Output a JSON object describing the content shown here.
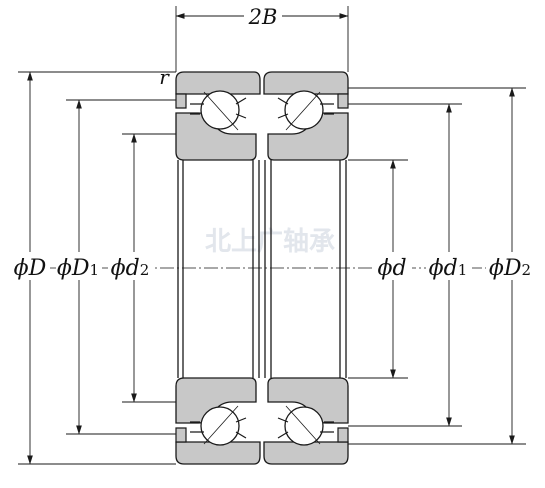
{
  "labels": {
    "width": "2B",
    "fillet": "r",
    "outer_diameter": {
      "symbol": "ϕ",
      "letter": "D",
      "sub": ""
    },
    "outer_ring_shoulder": {
      "symbol": "ϕ",
      "letter": "D",
      "sub": "1"
    },
    "inner_ring_shoulder": {
      "symbol": "ϕ",
      "letter": "d",
      "sub": "2"
    },
    "bore": {
      "symbol": "ϕ",
      "letter": "d",
      "sub": ""
    },
    "inner_ring_outer_shoulder": {
      "symbol": "ϕ",
      "letter": "d",
      "sub": "1"
    },
    "outer_ring_inner_dia": {
      "symbol": "ϕ",
      "letter": "D",
      "sub": "2"
    }
  },
  "watermark": "北上广轴承",
  "colors": {
    "ring_fill": "#c8c8c8",
    "line": "#1a1a1a",
    "background": "#ffffff"
  }
}
